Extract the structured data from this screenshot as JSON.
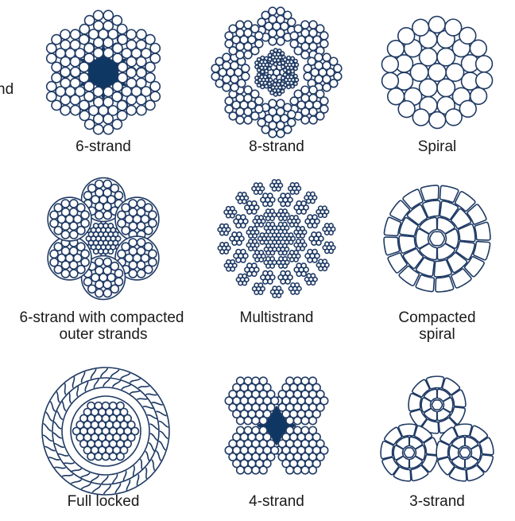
{
  "partial_label": "nd",
  "colors": {
    "wire_stroke": "#1f3a64",
    "core_fill": "#0e3763",
    "wire_fill": "#ffffff",
    "text": "#1a1a1a"
  },
  "cells": [
    {
      "id": "6-strand",
      "lines": [
        "6-strand"
      ]
    },
    {
      "id": "8-strand",
      "lines": [
        "8-strand"
      ]
    },
    {
      "id": "spiral",
      "lines": [
        "Spiral"
      ]
    },
    {
      "id": "6-strand-compacted",
      "lines": [
        "6-strand with compacted",
        "outer strands"
      ]
    },
    {
      "id": "multistrand",
      "lines": [
        "Multistrand"
      ]
    },
    {
      "id": "compacted-spiral",
      "lines": [
        "Compacted",
        "spiral"
      ]
    },
    {
      "id": "full-locked",
      "lines": [
        "Full locked"
      ]
    },
    {
      "id": "4-strand",
      "lines": [
        "4-strand"
      ]
    },
    {
      "id": "3-strand",
      "lines": [
        "3-strand"
      ]
    }
  ]
}
